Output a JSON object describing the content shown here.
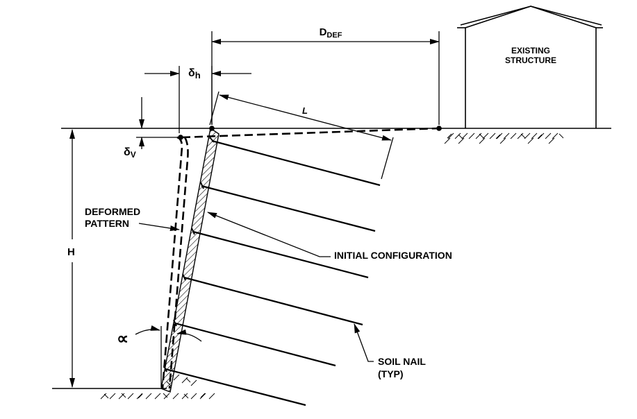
{
  "labels": {
    "d_def": "D",
    "d_def_sub": "DEF",
    "delta_h": "δ",
    "delta_h_sub": "h",
    "delta_v": "δ",
    "delta_v_sub": "V",
    "length": "L",
    "height": "H",
    "alpha": "∝",
    "existing_structure_line1": "EXISTING",
    "existing_structure_line2": "STRUCTURE",
    "deformed_line1": "DEFORMED",
    "deformed_line2": "PATTERN",
    "initial_configuration": "INITIAL CONFIGURATION",
    "soil_nail_line1": "SOIL NAIL",
    "soil_nail_line2": "(TYP)"
  }
}
